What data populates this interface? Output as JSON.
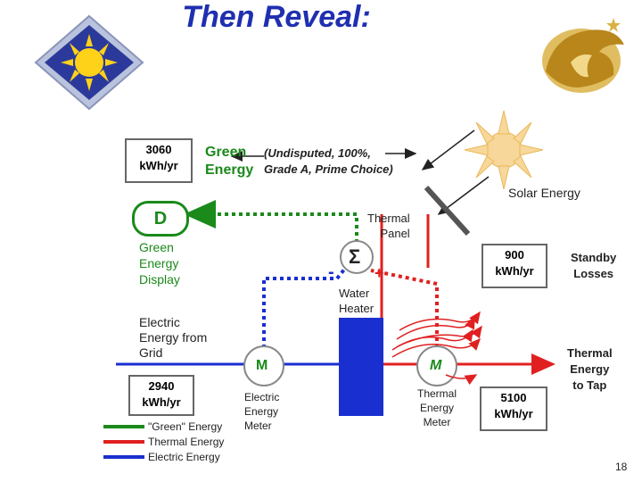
{
  "title": "Then Reveal:",
  "green_energy": {
    "amount": "3060\nkWh/yr",
    "label_line1": "Green",
    "label_line2": "Energy",
    "qualifier_line1": "(Undisputed, 100%,",
    "qualifier_line2": "Grade A, Prime Choice)"
  },
  "solar_label": "Solar Energy",
  "display": {
    "letter": "D",
    "label": "Green\nEnergy\nDisplay"
  },
  "thermal_panel_label": "Thermal\nPanel",
  "sigma": "Σ",
  "minus": "-",
  "plus": "+",
  "water_heater_label": "Water\nHeater",
  "grid_label": "Electric\nEnergy from\nGrid",
  "grid_amount": "2940\nkWh/yr",
  "electric_meter": {
    "letter": "M",
    "label": "Electric\nEnergy\nMeter"
  },
  "thermal_meter": {
    "letter": "M",
    "label": "Thermal\nEnergy\nMeter"
  },
  "standby_amount": "900\nkWh/yr",
  "standby_label": "Standby\nLosses",
  "tap_amount": "5100\nkWh/yr",
  "tap_label": "Thermal\nEnergy\nto Tap",
  "legend": [
    {
      "label": "\"Green\" Energy",
      "color": "#1a8a1a"
    },
    {
      "label": "Thermal Energy",
      "color": "#e02020"
    },
    {
      "label": "Electric Energy",
      "color": "#1a2fd0"
    }
  ],
  "page_number": "18",
  "colors": {
    "green": "#1a8a1a",
    "red": "#e02020",
    "blue": "#1a2fd0",
    "title": "#1f2fb0"
  }
}
